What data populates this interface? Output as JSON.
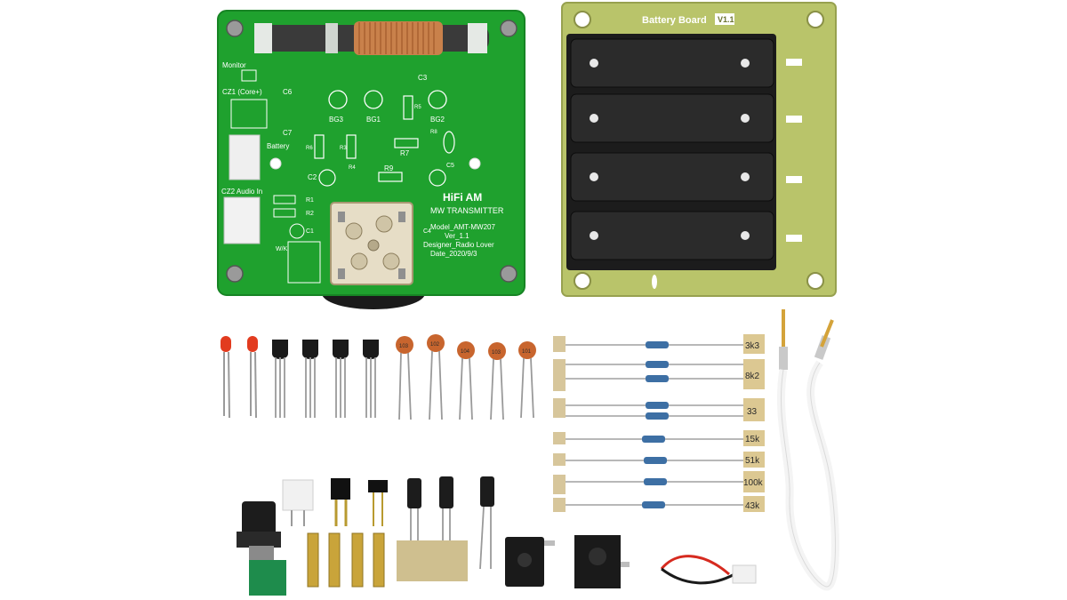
{
  "transmitter_board": {
    "title": "HiFi  AM",
    "subtitle": "MW TRANSMITTER",
    "model": "Model_AMT-MW207",
    "version": "Ver_1.1",
    "designer": "Designer_Radio Lover",
    "date": "Date_2020/9/3",
    "label_monitor": "Monitor",
    "label_cz1": "CZ1 (Core+)",
    "label_battery": "Battery",
    "label_cz2": "CZ2 Audio In",
    "label_wk": "W/K",
    "label_bg3": "BG3",
    "label_bg1": "BG1",
    "label_bg2": "BG2",
    "label_c6": "C6",
    "label_c7": "C7",
    "label_c2": "C2",
    "label_c1": "C1",
    "label_c3": "C3",
    "label_c4": "C4",
    "label_c5": "C5",
    "label_r1": "R1",
    "label_r2": "R2",
    "label_r3": "R3",
    "label_r4": "R4",
    "label_r5": "R5",
    "label_r6": "R6",
    "label_r7": "R7",
    "label_r8": "R8",
    "label_r9": "R9",
    "board_color": "#1fa12e"
  },
  "battery_board": {
    "title": "Battery  Board",
    "version": "V1.1",
    "cell_count": 4,
    "board_color": "#b9c46a"
  },
  "resistor_tags": [
    "3k3",
    "8k2",
    "33",
    "15k",
    "51k",
    "100k",
    "43k"
  ],
  "capacitor_codes": [
    "103",
    "102",
    "104",
    "103",
    "101"
  ],
  "components": {
    "leds": 2,
    "transistors": 4,
    "ceramic_capacitors": 5,
    "electrolytic_capacitors": 3,
    "brass_standoffs": 4
  }
}
